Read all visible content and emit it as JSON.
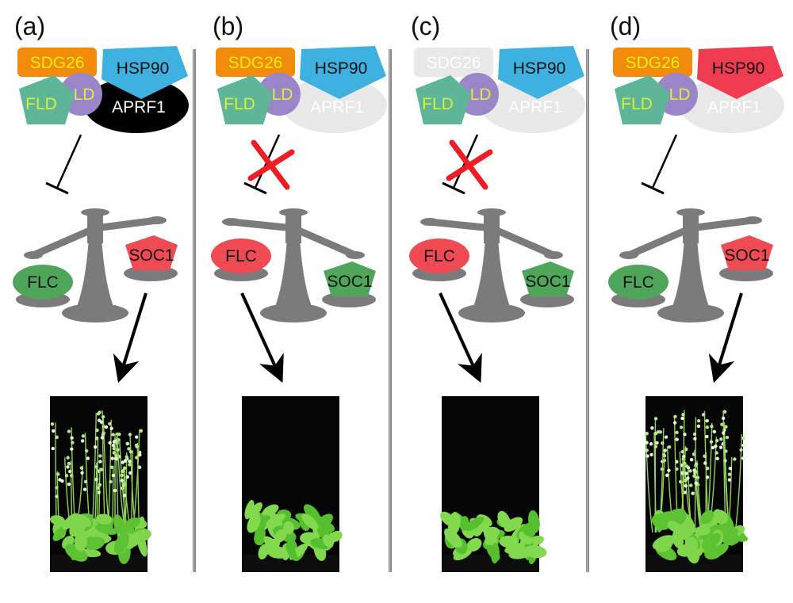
{
  "panels": [
    {
      "label": "(a)",
      "sdg26": "SDG26",
      "hsp90": "HSP90",
      "fld": "FLD",
      "ld": "LD",
      "aprf1": "APRF1",
      "flc": "FLC",
      "soc1": "SOC1",
      "sdg26_active": true,
      "aprf1_active": true,
      "hsp90_up": false,
      "inhibition_active": true,
      "balance_tilt": "soc1-up",
      "plant": "flowering"
    },
    {
      "label": "(b)",
      "sdg26": "SDG26",
      "hsp90": "HSP90",
      "fld": "FLD",
      "ld": "LD",
      "aprf1": "APRF1",
      "flc": "FLC",
      "soc1": "SOC1",
      "sdg26_active": true,
      "aprf1_active": false,
      "hsp90_up": false,
      "inhibition_active": false,
      "balance_tilt": "flc-up",
      "plant": "vegetative"
    },
    {
      "label": "(c)",
      "sdg26": "SDG26",
      "hsp90": "HSP90",
      "fld": "FLD",
      "ld": "LD",
      "aprf1": "APRF1",
      "flc": "FLC",
      "soc1": "SOC1",
      "sdg26_active": false,
      "aprf1_active": false,
      "hsp90_up": false,
      "inhibition_active": false,
      "balance_tilt": "flc-up",
      "plant": "vegetative"
    },
    {
      "label": "(d)",
      "sdg26": "SDG26",
      "hsp90": "HSP90",
      "fld": "FLD",
      "ld": "LD",
      "aprf1": "APRF1",
      "flc": "FLC",
      "soc1": "SOC1",
      "sdg26_active": true,
      "aprf1_active": false,
      "hsp90_up": true,
      "inhibition_active": true,
      "balance_tilt": "soc1-up",
      "plant": "flowering"
    }
  ],
  "colors": {
    "sdg26": "#f28a0c",
    "sdg26_text": "#f2f200",
    "hsp90": "#3eb1e0",
    "hsp90_up": "#f03c50",
    "fld": "#5eb598",
    "fld_text": "#d7f03a",
    "ld": "#9b85c9",
    "ld_text": "#d7f03a",
    "aprf1": "#000000",
    "inactive": "#e8e8e8",
    "inactive_text": "#ffffff",
    "flc_high": "#f04b55",
    "soc1_high": "#f04b55",
    "low": "#4fa55a",
    "scale": "#7b7b7b",
    "cross": "#ee1c25",
    "divider": "#8a8a8a"
  }
}
